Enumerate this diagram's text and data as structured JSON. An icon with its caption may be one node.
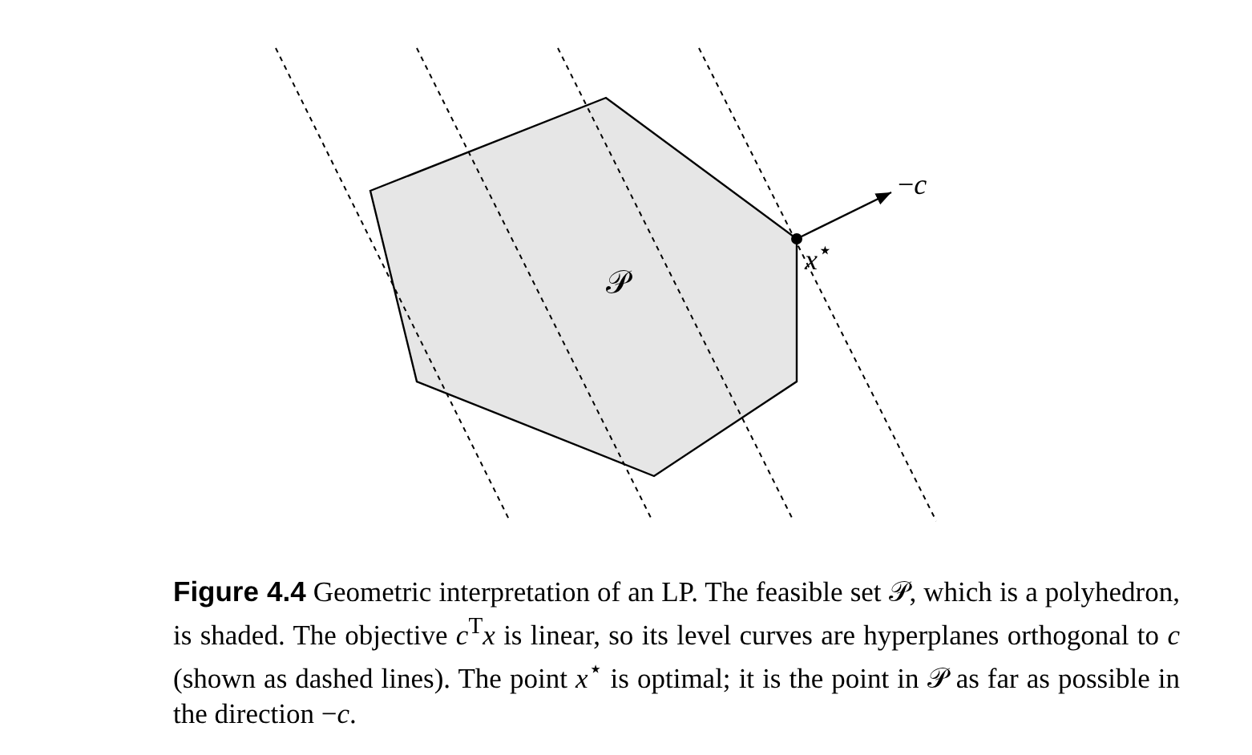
{
  "diagram": {
    "caption": "**Figure 4.4** Geometric interpretation of an LP. The feasible set 𝒫, which is a polyhedron, is shaded. The objective *c*$^{T}$*x* is linear, so its level curves are hyperplanes orthogonal to *c* (shown as dashed lines). The point *x*$^{⋆}$ is optimal; it is the point in 𝒫 as far as possible in the direction −*c*.",
    "nodes": [
      {
        "text": [
          "𝒫"
        ]
      },
      {
        "text": [],
        "shape": "circle",
        "beside": [
          "*x*$^{⋆}$"
        ]
      }
    ],
    "labels": [
      "−*c*"
    ]
  }
}
